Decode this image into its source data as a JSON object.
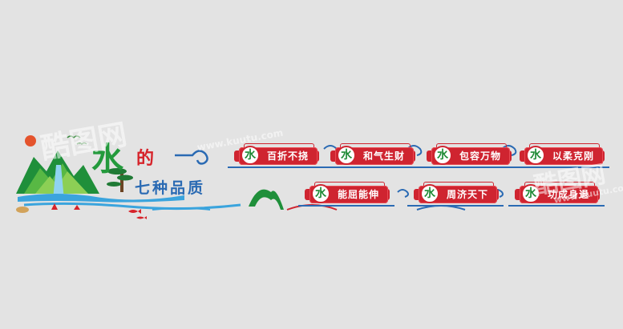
{
  "title": {
    "main_char": "水",
    "connector": "的",
    "subtitle": "七种品质"
  },
  "qualities": [
    {
      "label": "百折不挠"
    },
    {
      "label": "和气生财"
    },
    {
      "label": "包容万物"
    },
    {
      "label": "以柔克刚"
    },
    {
      "label": "能屈能伸"
    },
    {
      "label": "周济天下"
    },
    {
      "label": "功成身退"
    }
  ],
  "badge_mark": "水",
  "watermarks": [
    "酷图网",
    "www.kuutu.com"
  ],
  "colors": {
    "background": "#e3e3e3",
    "badge_red": "#cf2430",
    "title_green": "#239a3c",
    "title_blue": "#2a6ab3",
    "accent_red": "#d6232a"
  }
}
